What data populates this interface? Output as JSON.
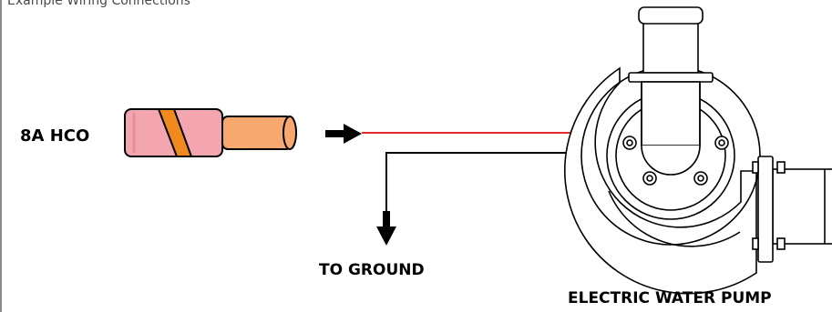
{
  "caption": "Example Wiring Connections",
  "labels": {
    "fuse": "8A HCO",
    "ground": "TO GROUND",
    "pump": "ELECTRIC WATER PUMP"
  },
  "colors": {
    "positive_wire": "#e8282c",
    "ground_wire": "#000000",
    "fuse_body": "#f4a6b0",
    "fuse_band": "#f08a1e",
    "fuse_cap": "#f7a86e"
  }
}
